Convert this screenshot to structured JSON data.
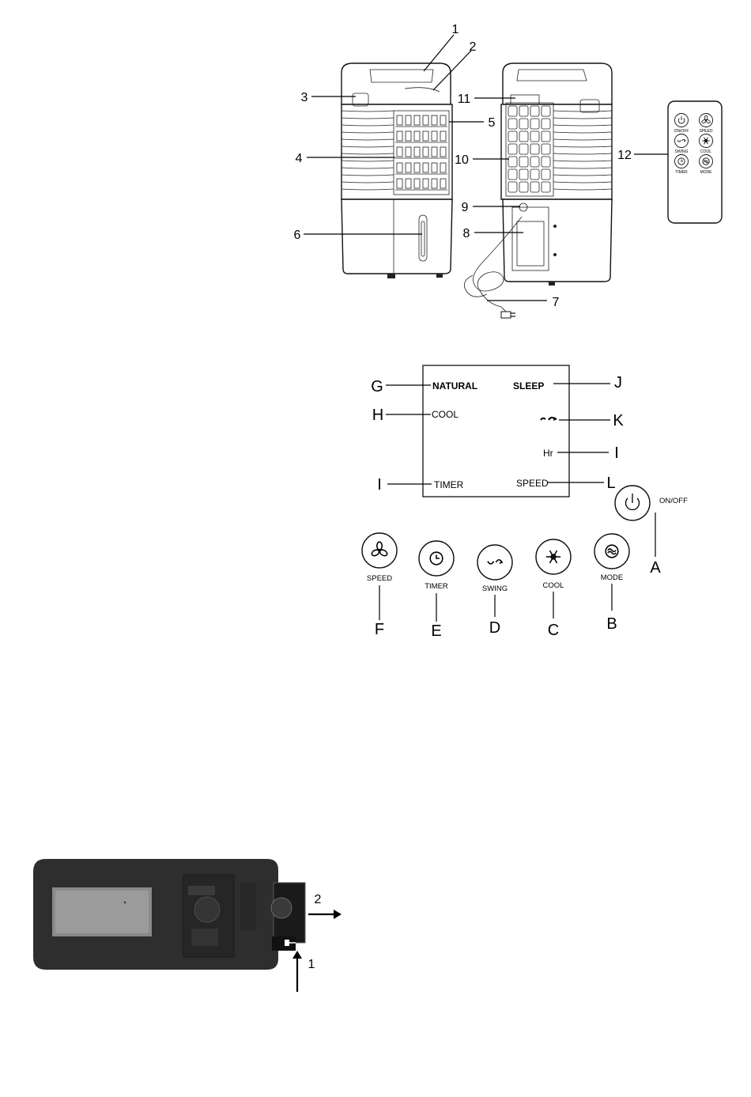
{
  "callouts": {
    "n1": "1",
    "n2": "2",
    "n3": "3",
    "n4": "4",
    "n5": "5",
    "n6": "6",
    "n7": "7",
    "n8": "8",
    "n9": "9",
    "n10": "10",
    "n11": "11",
    "n12": "12"
  },
  "remote": {
    "buttons": [
      {
        "label": "ON/OFF",
        "icon": "power-icon"
      },
      {
        "label": "SPEED",
        "icon": "fan-icon"
      },
      {
        "label": "SWING",
        "icon": "swing-icon"
      },
      {
        "label": "COOL",
        "icon": "snowflake-icon"
      },
      {
        "label": "TIMER",
        "icon": "clock-icon"
      },
      {
        "label": "MODE",
        "icon": "mode-icon"
      }
    ]
  },
  "display": {
    "natural": "NATURAL",
    "sleep": "SLEEP",
    "cool": "COOL",
    "hr": "Hr",
    "timer": "TIMER",
    "speed": "SPEED",
    "letters": {
      "G": "G",
      "J": "J",
      "H": "H",
      "K": "K",
      "I_hr": "I",
      "I_timer": "I",
      "L": "L"
    }
  },
  "panel": {
    "onoff_label": "ON/OFF",
    "onoff_letter": "A",
    "buttons": [
      {
        "label": "SPEED",
        "letter": "F",
        "icon": "fan-icon"
      },
      {
        "label": "TIMER",
        "letter": "E",
        "icon": "clock-icon"
      },
      {
        "label": "SWING",
        "letter": "D",
        "icon": "swing-icon"
      },
      {
        "label": "COOL",
        "letter": "C",
        "icon": "snowflake-icon"
      },
      {
        "label": "MODE",
        "letter": "B",
        "icon": "mode-icon"
      }
    ]
  },
  "battery": {
    "step2": "2",
    "step1": "1"
  },
  "colors": {
    "line": "#000000",
    "remote_back": "#2e2e2e",
    "remote_window": "#8a8a8a"
  }
}
